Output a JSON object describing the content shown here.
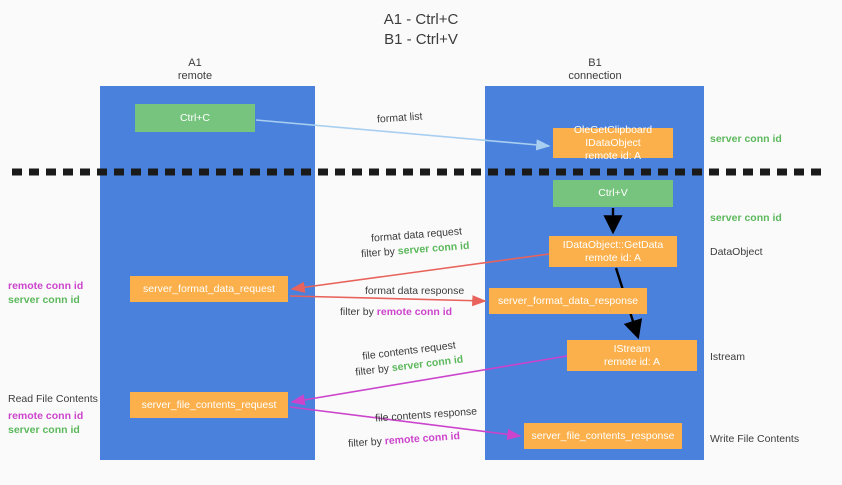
{
  "title": {
    "line1": "A1 - Ctrl+C",
    "line2": "B1 - Ctrl+V"
  },
  "columns": {
    "left": {
      "name": "A1",
      "role": "remote"
    },
    "right": {
      "name": "B1",
      "role": "connection"
    }
  },
  "boxes": {
    "ctrl_c": "Ctrl+C",
    "get_clipboard_l1": "OleGetClipboard IDataObject",
    "get_clipboard_l2": "remote id: A",
    "ctrl_v": "Ctrl+V",
    "get_data_l1": "IDataObject::GetData",
    "get_data_l2": "remote id: A",
    "server_format_data_request": "server_format_data_request",
    "server_format_data_response": "server_format_data_response",
    "istream_l1": "IStream",
    "istream_l2": "remote id: A",
    "server_file_contents_request": "server_file_contents_request",
    "server_file_contents_response": "server_file_contents_response"
  },
  "arrow_labels": {
    "format_list": "format list",
    "format_data_request": "format data request",
    "filter_by": "filter by ",
    "server_conn_id": "server conn id",
    "remote_conn_id": "remote conn id",
    "format_data_response": "format data response",
    "file_contents_request": "file contents request",
    "file_contents_response": "file contents response"
  },
  "side_labels": {
    "server_conn_id_top": "server conn id",
    "server_conn_id_mid": "server conn id",
    "dataobject": "DataObject",
    "istream": "Istream",
    "write_file_contents": "Write File Contents",
    "read_file_contents": "Read File Contents",
    "remote_conn_id": "remote conn id",
    "server_conn_id": "server conn id"
  },
  "colors": {
    "lane": "#4a81dd",
    "green_box": "#77c47e",
    "orange_box": "#fbb04b",
    "red_arrow": "#e8635b",
    "magenta_arrow": "#cc44cc",
    "light_blue_arrow": "#a8cef0",
    "black_arrow": "#000000",
    "green_text": "#5cb85c",
    "pink_text": "#cc44cc",
    "background": "#fafafa"
  }
}
